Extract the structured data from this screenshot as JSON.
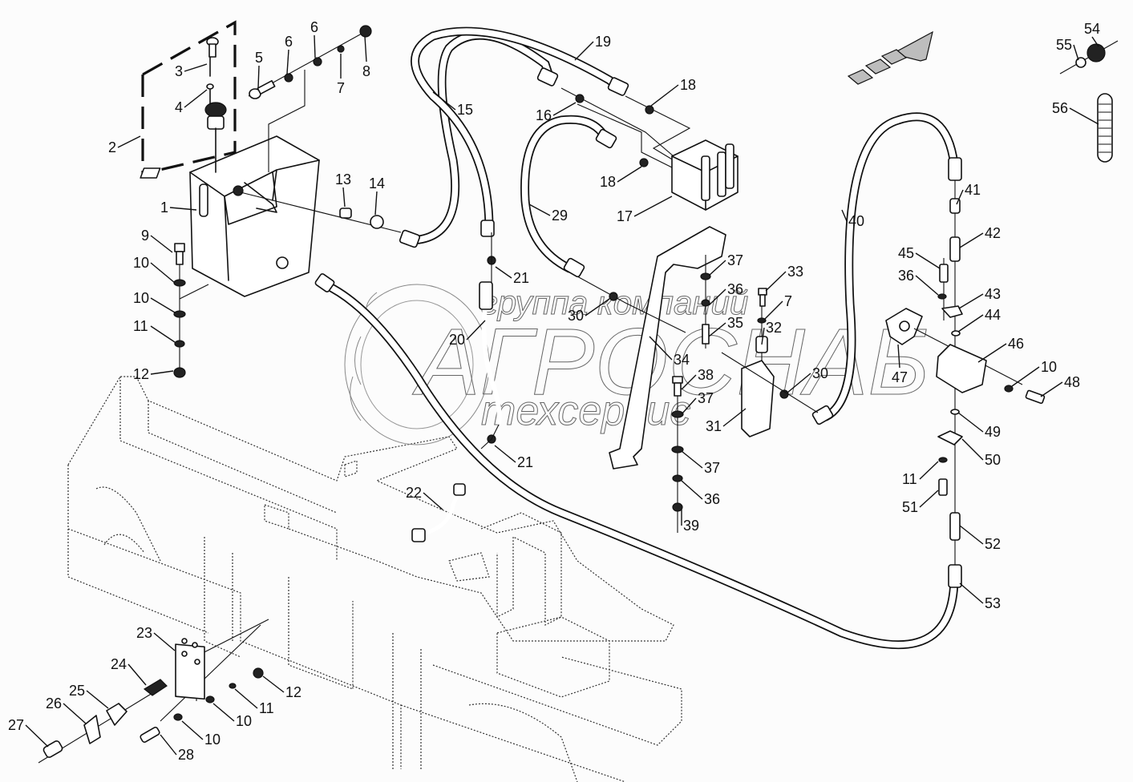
{
  "diagram": {
    "type": "exploded-parts-diagram",
    "subject": "hydraulic tank, hoses, valve block and fittings on machine frame",
    "watermark": {
      "line1": "группа компаний",
      "line2": "АГРОСНАБ",
      "line3": "техсервис"
    },
    "direction_arrow": "travel-direction-arrow",
    "callouts": [
      {
        "id": "c1",
        "label": "1"
      },
      {
        "id": "c2",
        "label": "2"
      },
      {
        "id": "c3",
        "label": "3"
      },
      {
        "id": "c4",
        "label": "4"
      },
      {
        "id": "c5",
        "label": "5"
      },
      {
        "id": "c6a",
        "label": "6"
      },
      {
        "id": "c6b",
        "label": "6"
      },
      {
        "id": "c7",
        "label": "7"
      },
      {
        "id": "c8",
        "label": "8"
      },
      {
        "id": "c9",
        "label": "9"
      },
      {
        "id": "c10a",
        "label": "10"
      },
      {
        "id": "c10b",
        "label": "10"
      },
      {
        "id": "c11a",
        "label": "11"
      },
      {
        "id": "c12a",
        "label": "12"
      },
      {
        "id": "c13",
        "label": "13"
      },
      {
        "id": "c14",
        "label": "14"
      },
      {
        "id": "c15",
        "label": "15"
      },
      {
        "id": "c16",
        "label": "16"
      },
      {
        "id": "c17",
        "label": "17"
      },
      {
        "id": "c18a",
        "label": "18"
      },
      {
        "id": "c18b",
        "label": "18"
      },
      {
        "id": "c19",
        "label": "19"
      },
      {
        "id": "c20",
        "label": "20"
      },
      {
        "id": "c21a",
        "label": "21"
      },
      {
        "id": "c21b",
        "label": "21"
      },
      {
        "id": "c22",
        "label": "22"
      },
      {
        "id": "c23",
        "label": "23"
      },
      {
        "id": "c24",
        "label": "24"
      },
      {
        "id": "c25",
        "label": "25"
      },
      {
        "id": "c26",
        "label": "26"
      },
      {
        "id": "c27",
        "label": "27"
      },
      {
        "id": "c28",
        "label": "28"
      },
      {
        "id": "c10c",
        "label": "10"
      },
      {
        "id": "c10d",
        "label": "10"
      },
      {
        "id": "c11b",
        "label": "11"
      },
      {
        "id": "c12b",
        "label": "12"
      },
      {
        "id": "c29",
        "label": "29"
      },
      {
        "id": "c30a",
        "label": "30"
      },
      {
        "id": "c30b",
        "label": "30"
      },
      {
        "id": "c31",
        "label": "31"
      },
      {
        "id": "c32",
        "label": "32"
      },
      {
        "id": "c33",
        "label": "33"
      },
      {
        "id": "c34",
        "label": "34"
      },
      {
        "id": "c35",
        "label": "35"
      },
      {
        "id": "c36a",
        "label": "36"
      },
      {
        "id": "c36b",
        "label": "36"
      },
      {
        "id": "c37a",
        "label": "37"
      },
      {
        "id": "c37b",
        "label": "37"
      },
      {
        "id": "c37c",
        "label": "37"
      },
      {
        "id": "c38",
        "label": "38"
      },
      {
        "id": "c39",
        "label": "39"
      },
      {
        "id": "c7b",
        "label": "7"
      },
      {
        "id": "c40",
        "label": "40"
      },
      {
        "id": "c41",
        "label": "41"
      },
      {
        "id": "c42",
        "label": "42"
      },
      {
        "id": "c43",
        "label": "43"
      },
      {
        "id": "c44",
        "label": "44"
      },
      {
        "id": "c45",
        "label": "45"
      },
      {
        "id": "c36c",
        "label": "36"
      },
      {
        "id": "c46",
        "label": "46"
      },
      {
        "id": "c47",
        "label": "47"
      },
      {
        "id": "c10e",
        "label": "10"
      },
      {
        "id": "c48",
        "label": "48"
      },
      {
        "id": "c49",
        "label": "49"
      },
      {
        "id": "c50",
        "label": "50"
      },
      {
        "id": "c11c",
        "label": "11"
      },
      {
        "id": "c51",
        "label": "51"
      },
      {
        "id": "c52",
        "label": "52"
      },
      {
        "id": "c53",
        "label": "53"
      },
      {
        "id": "c54",
        "label": "54"
      },
      {
        "id": "c55",
        "label": "55"
      },
      {
        "id": "c56",
        "label": "56"
      }
    ]
  }
}
